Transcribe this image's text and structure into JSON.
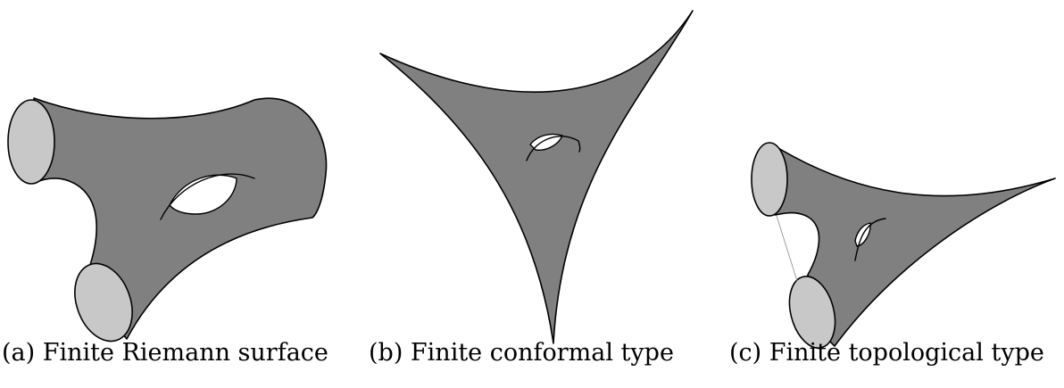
{
  "figures": [
    {
      "id": "a",
      "caption": "(a) Finite Riemann surface"
    },
    {
      "id": "b",
      "caption": "(b) Finite conformal type"
    },
    {
      "id": "c",
      "caption": "(c) Finite topological type"
    }
  ]
}
